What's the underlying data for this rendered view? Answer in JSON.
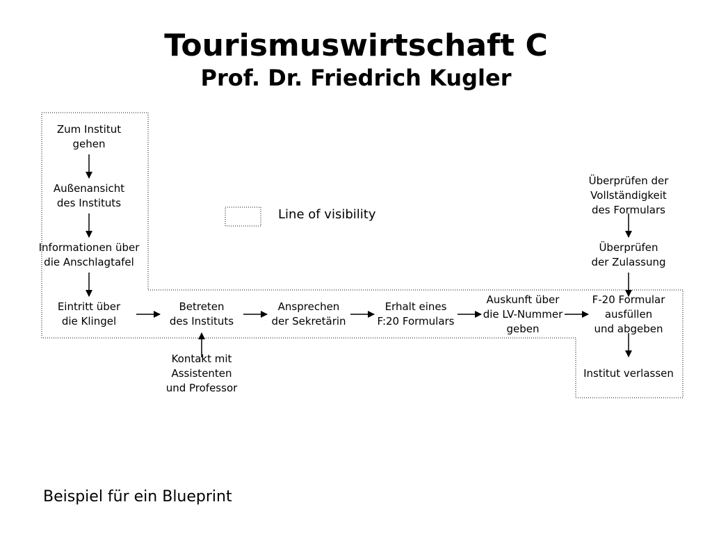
{
  "slide": {
    "title": "Tourismuswirtschaft C",
    "subtitle": "Prof. Dr. Friedrich Kugler",
    "caption": "Beispiel für ein Blueprint"
  },
  "legend": {
    "label": "Line of visibility"
  },
  "diagram": {
    "nodes": {
      "zum_institut": "Zum Institut\ngehen",
      "aussenansicht": "Außenansicht\ndes Instituts",
      "informationen": "Informationen über\ndie Anschlagtafel",
      "eintritt": "Eintritt über\ndie Klingel",
      "betreten": "Betreten\ndes Instituts",
      "ansprechen": "Ansprechen\nder Sekretärin",
      "erhalt": "Erhalt eines\nF:20 Formulars",
      "auskunft": "Auskunft über\ndie LV-Nummer\ngeben",
      "formular": "F-20 Formular\nausfüllen\nund abgeben",
      "verlassen": "Institut verlassen",
      "kontakt": "Kontakt mit\nAssistenten\nund Professor",
      "vollstaendigkeit": "Überprüfen der\nVollständigkeit\ndes Formulars",
      "zulassung": "Überprüfen\nder Zulassung"
    }
  }
}
